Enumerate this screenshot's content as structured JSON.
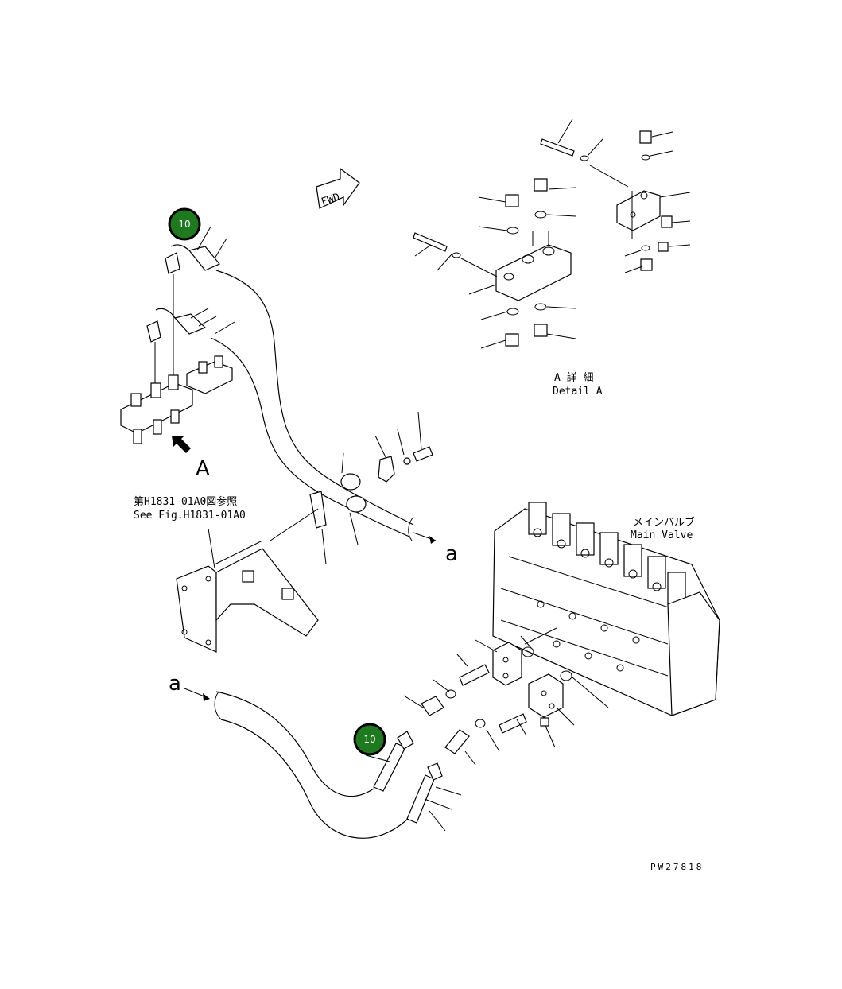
{
  "fwd_label": "FWD",
  "view_letter": "A",
  "detail": {
    "jp": "A 詳 細",
    "en": "Detail A"
  },
  "reference": {
    "jp": "第H1831-01A0図参照",
    "en": "See Fig.H1831-01A0"
  },
  "main_valve": {
    "jp": "メインバルブ",
    "en": "Main Valve"
  },
  "continuation_label": "a",
  "drawing_number": "PW27818",
  "callouts": [
    "10",
    "10"
  ],
  "colors": {
    "badge": "#1f7a1f",
    "line": "#000000",
    "background": "#ffffff"
  }
}
